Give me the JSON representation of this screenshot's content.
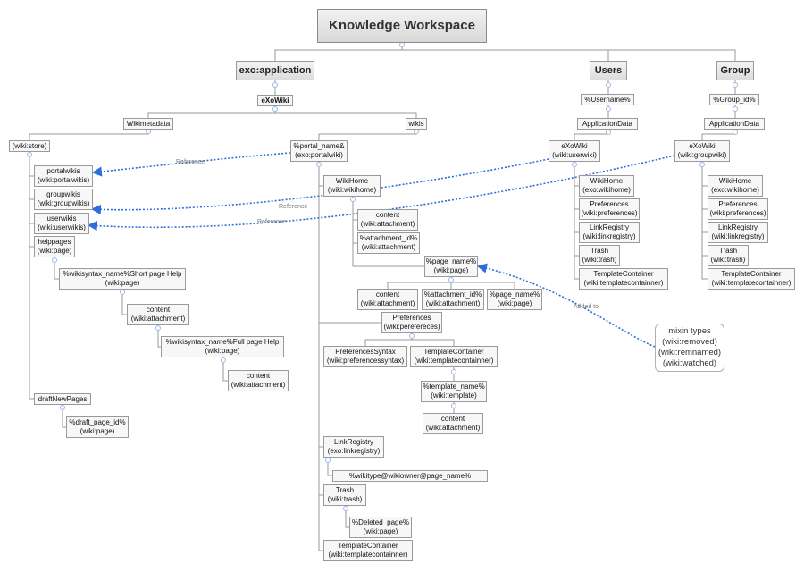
{
  "nodes": {
    "root": "Knowledge Workspace",
    "exo_application": "exo:application",
    "users": "Users",
    "group": "Group",
    "exowiki_main": "eXoWiki",
    "wikimetadata": "Wikimetadata",
    "wikis": "wikis",
    "wiki_store": "(wiki:store)",
    "portal_name": [
      "%portal_name&",
      "(exo:portalwiki)"
    ],
    "portalwikis": [
      "portalwikis",
      "(wiki:portalwikis)"
    ],
    "groupwikis": [
      "groupwikis",
      "(wiki:groupwikis)"
    ],
    "userwikis": [
      "userwikis",
      "(wiki:userwikis)"
    ],
    "helppages": [
      "helppages",
      "(wiki:page)"
    ],
    "short_help": [
      "%wikisyntax_name%Short page Help",
      "(wiki:page)"
    ],
    "short_content": [
      "content",
      "(wiki:attachment)"
    ],
    "full_help": [
      "%wikisyntax_name%Full page Help",
      "(wiki:page)"
    ],
    "full_content": [
      "content",
      "(wiki:attachment)"
    ],
    "draft_new_pages": "draftNewPages",
    "draft_page_id": [
      "%draft_page_id%",
      "(wiki:page)"
    ],
    "wikihome": [
      "WikiHome",
      "(wiki:wikihome)"
    ],
    "wh_content": [
      "content",
      "(wiki:attachment)"
    ],
    "wh_attachment_id": [
      "%attachment_id%",
      "(wiki:attachment)"
    ],
    "page_name": [
      "%page_name%",
      "(wiki:page)"
    ],
    "pn_content": [
      "content",
      "(wiki:attachment)"
    ],
    "pn_attachment_id": [
      "%attachment_id%",
      "(wiki:attachment)"
    ],
    "pn_page_name": [
      "%page_name%",
      "(wiki:page)"
    ],
    "preferences": [
      "Preferences",
      "(wiki:perefereces)"
    ],
    "preferences_syntax": [
      "PreferencesSyntax",
      "(wiki:preferencessyntax)"
    ],
    "template_container": [
      "TemplateContainer",
      "(wiki:templatecontainner)"
    ],
    "template_name": [
      "%template_name%",
      "(wiki:template)"
    ],
    "tn_content": [
      "content",
      "(wiki:attachment)"
    ],
    "link_registry": [
      "LinkRegistry",
      "(exo:linkregistry)"
    ],
    "wikitype": "%wikitype@wikiowner@page_name%",
    "trash": [
      "Trash",
      "(wiki:trash)"
    ],
    "deleted_page": [
      "%Deleted_page%",
      "(wiki:page)"
    ],
    "template_container2": [
      "TemplateContainer",
      "(wiki:templatecontainner)"
    ],
    "username": "%Username%",
    "u_appdata": "ApplicationData",
    "u_exowiki": [
      "eXoWiki",
      "(wiki:userwiki)"
    ],
    "u_wikihome": [
      "WikiHome",
      "(exo:wikihome)"
    ],
    "u_preferences": [
      "Preferences",
      "(wiki:preferences)"
    ],
    "u_linkregistry": [
      "LinkRegistry",
      "(wiki:linkregistry)"
    ],
    "u_trash": [
      "Trash",
      "(wiki:trash)"
    ],
    "u_template": [
      "TemplateContainer",
      "(wiki:templatecontainner)"
    ],
    "group_id": "%Group_id%",
    "g_appdata": "ApplicationData",
    "g_exowiki": [
      "eXoWiki",
      "(wiki:groupwiki)"
    ],
    "g_wikihome": [
      "WikiHome",
      "(exo:wikihome)"
    ],
    "g_preferences": [
      "Preferences",
      "(wiki:preferences)"
    ],
    "g_linkregistry": [
      "LinkRegistry",
      "(wiki:linkregistry)"
    ],
    "g_trash": [
      "Trash",
      "(wiki:trash)"
    ],
    "g_template": [
      "TemplateContainer",
      "(wiki:templatecontainner)"
    ],
    "mixin": [
      "mixin types",
      "(wiki:removed)",
      "(wiki:remnamed)",
      "(wiki:watched)"
    ]
  },
  "labels": {
    "reference1": "Reference",
    "reference2": "Reference",
    "reference3": "Reference",
    "added_to": "Added to"
  },
  "colors": {
    "connector": "#999999",
    "relation": "#2a6fdb",
    "expander": "#9ab8e8"
  }
}
